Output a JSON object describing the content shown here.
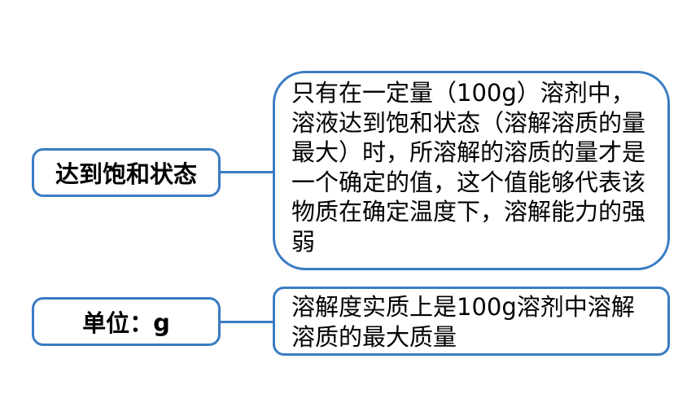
{
  "nodes": {
    "saturation_label": "达到饱和状态",
    "unit_label": "单位：g",
    "saturation_explanation": "只有在一定量（100g）溶剂中，溶液达到饱和状态（溶解溶质的量最大）时，所溶解的溶质的量才是一个确定的值，这个值能够代表该物质在确定温度下，溶解能力的强弱",
    "solubility_definition": "溶解度实质上是100g溶剂中溶解溶质的最大质量"
  },
  "colors": {
    "border": "#3a7cc3",
    "text": "#000000",
    "background": "#ffffff"
  }
}
